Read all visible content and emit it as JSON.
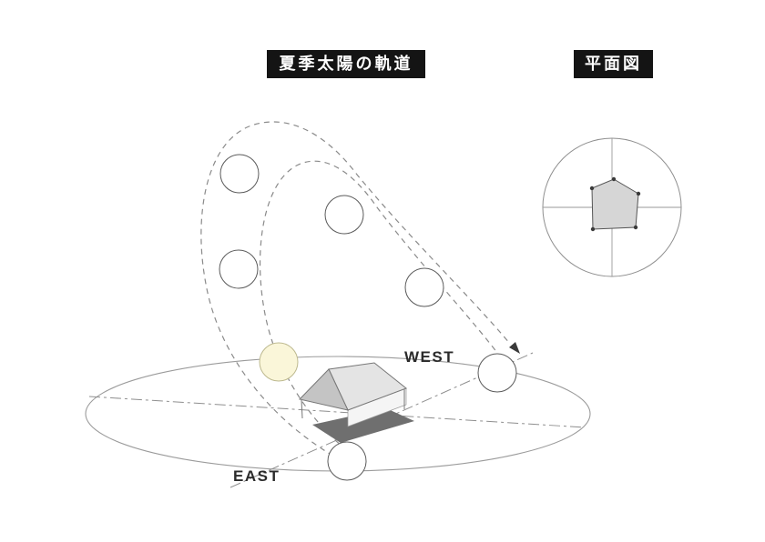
{
  "labels": {
    "main_title": "夏季太陽の軌道",
    "plan_title": "平面図",
    "west": "WEST",
    "east": "EAST"
  },
  "icons": {
    "sun": "circle-outline",
    "highlighted_sun": "pale-yellow-circle",
    "direction_arrow": "arrowhead",
    "house": "gabled-house-3d",
    "plan_footprint": "house-footprint-pentagon"
  },
  "colors": {
    "title_bg": "#141414",
    "title_text": "#ffffff",
    "line_gray": "#8f8f8f",
    "sun_stroke": "#5a5a5a",
    "sun_fill": "#ffffff",
    "sun_highlight_fill": "#faf6d9",
    "house_roof": "#e4e4e4",
    "house_gable": "#c4c4c4",
    "house_shadow": "#6f6f6f",
    "plan_footprint_fill": "#d6d6d6"
  },
  "diagram": {
    "sun_count": 7,
    "orbit_line_style": "dashed",
    "axis_line_style": "dash-dot"
  }
}
